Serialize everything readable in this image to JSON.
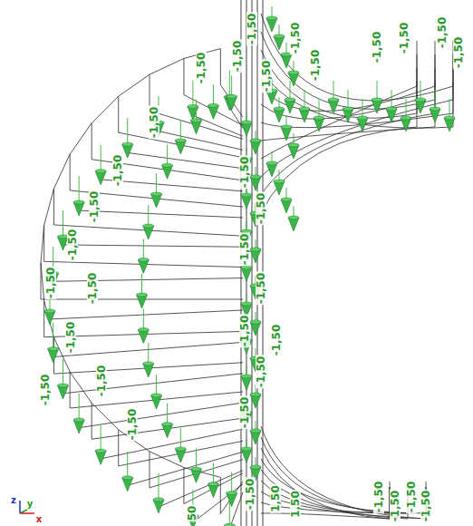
{
  "diagram": {
    "labels": [
      "-1,50",
      "-1,50",
      "-1,50",
      "-1,50",
      "-1,50",
      "-1,50",
      "-1,50",
      "-1,50",
      "-1,50",
      "-1,50",
      "-1,50",
      "-1,50",
      "-1,50",
      "-1,50",
      "-1,50",
      "-1,50",
      "-1,50",
      "-1,50",
      "-1,50",
      "-1,50",
      "-1,50",
      "-1,50",
      "-1,50",
      "-1,50",
      "-1,50",
      "-1,50",
      "-1,50",
      "-1,50",
      "-1,50",
      "1,50",
      "1,50",
      "-1,50",
      "-1,50",
      "-1,50",
      "-1,50",
      "50",
      "z",
      "y",
      "x"
    ]
  }
}
